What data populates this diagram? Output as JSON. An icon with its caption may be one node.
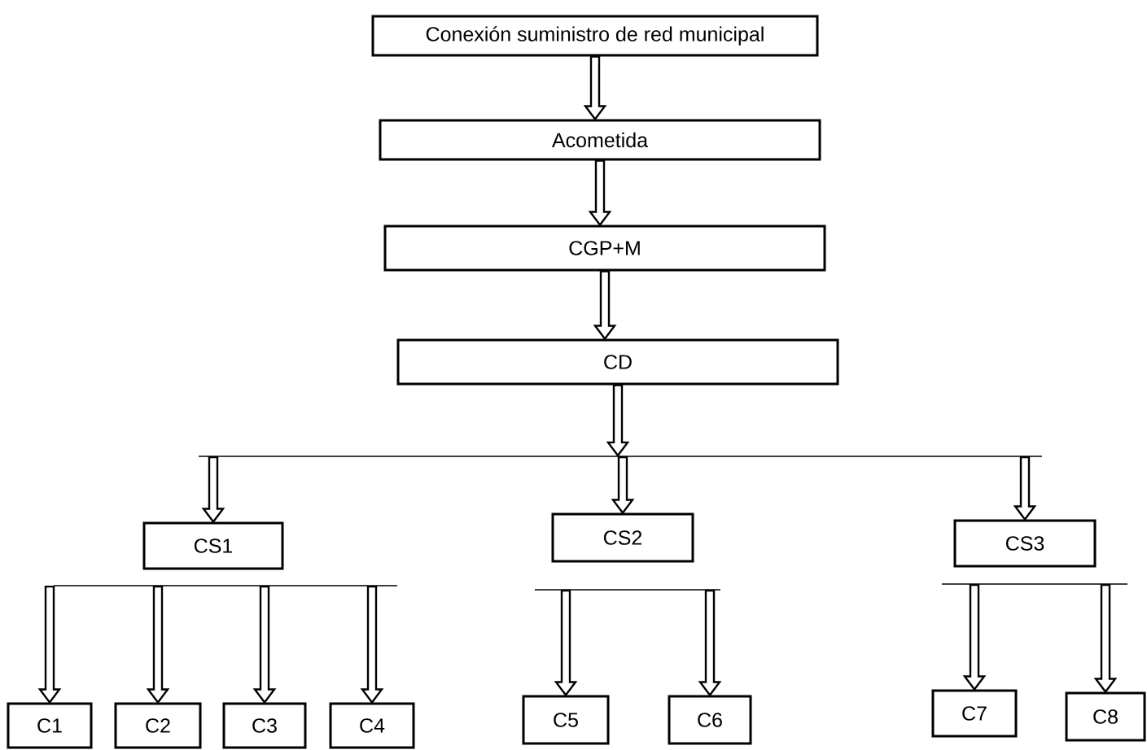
{
  "diagram": {
    "nodes": [
      {
        "text": [
          "Conexión suministro de red municipal"
        ]
      },
      {
        "text": [
          "Acometida"
        ]
      },
      {
        "text": [
          "CGP+M"
        ]
      },
      {
        "text": [
          "CD"
        ]
      },
      {
        "text": [],
        "shape": "bar"
      },
      {
        "text": [
          "CS1"
        ]
      },
      {
        "text": [
          "CS2"
        ]
      },
      {
        "text": [
          "CS3"
        ]
      },
      {
        "text": [],
        "shape": "bar"
      },
      {
        "text": [],
        "shape": "bar"
      },
      {
        "text": [],
        "shape": "bar"
      },
      {
        "text": [
          "C1"
        ]
      },
      {
        "text": [
          "C2"
        ]
      },
      {
        "text": [
          "C3"
        ]
      },
      {
        "text": [
          "C4"
        ]
      },
      {
        "text": [
          "C5"
        ]
      },
      {
        "text": [
          "C6"
        ]
      },
      {
        "text": [
          "C7"
        ]
      },
      {
        "text": [
          "C8"
        ]
      }
    ],
    "edges": [
      {
        "from": 0,
        "to": 1,
        "arrow": "to"
      },
      {
        "from": 1,
        "to": 2,
        "arrow": "to"
      },
      {
        "from": 2,
        "to": 3,
        "arrow": "to"
      },
      {
        "from": 3,
        "to": 4,
        "arrow": "to"
      },
      {
        "from": 4,
        "to": 5,
        "arrow": "to"
      },
      {
        "from": 4,
        "to": 6,
        "arrow": "to"
      },
      {
        "from": 4,
        "to": 7,
        "arrow": "to"
      },
      {
        "from": 8,
        "to": 11,
        "arrow": "to"
      },
      {
        "from": 8,
        "to": 12,
        "arrow": "to"
      },
      {
        "from": 8,
        "to": 13,
        "arrow": "to"
      },
      {
        "from": 8,
        "to": 14,
        "arrow": "to"
      },
      {
        "from": 9,
        "to": 15,
        "arrow": "to"
      },
      {
        "from": 9,
        "to": 16,
        "arrow": "to"
      },
      {
        "from": 10,
        "to": 17,
        "arrow": "to"
      },
      {
        "from": 10,
        "to": 18,
        "arrow": "to"
      }
    ]
  }
}
